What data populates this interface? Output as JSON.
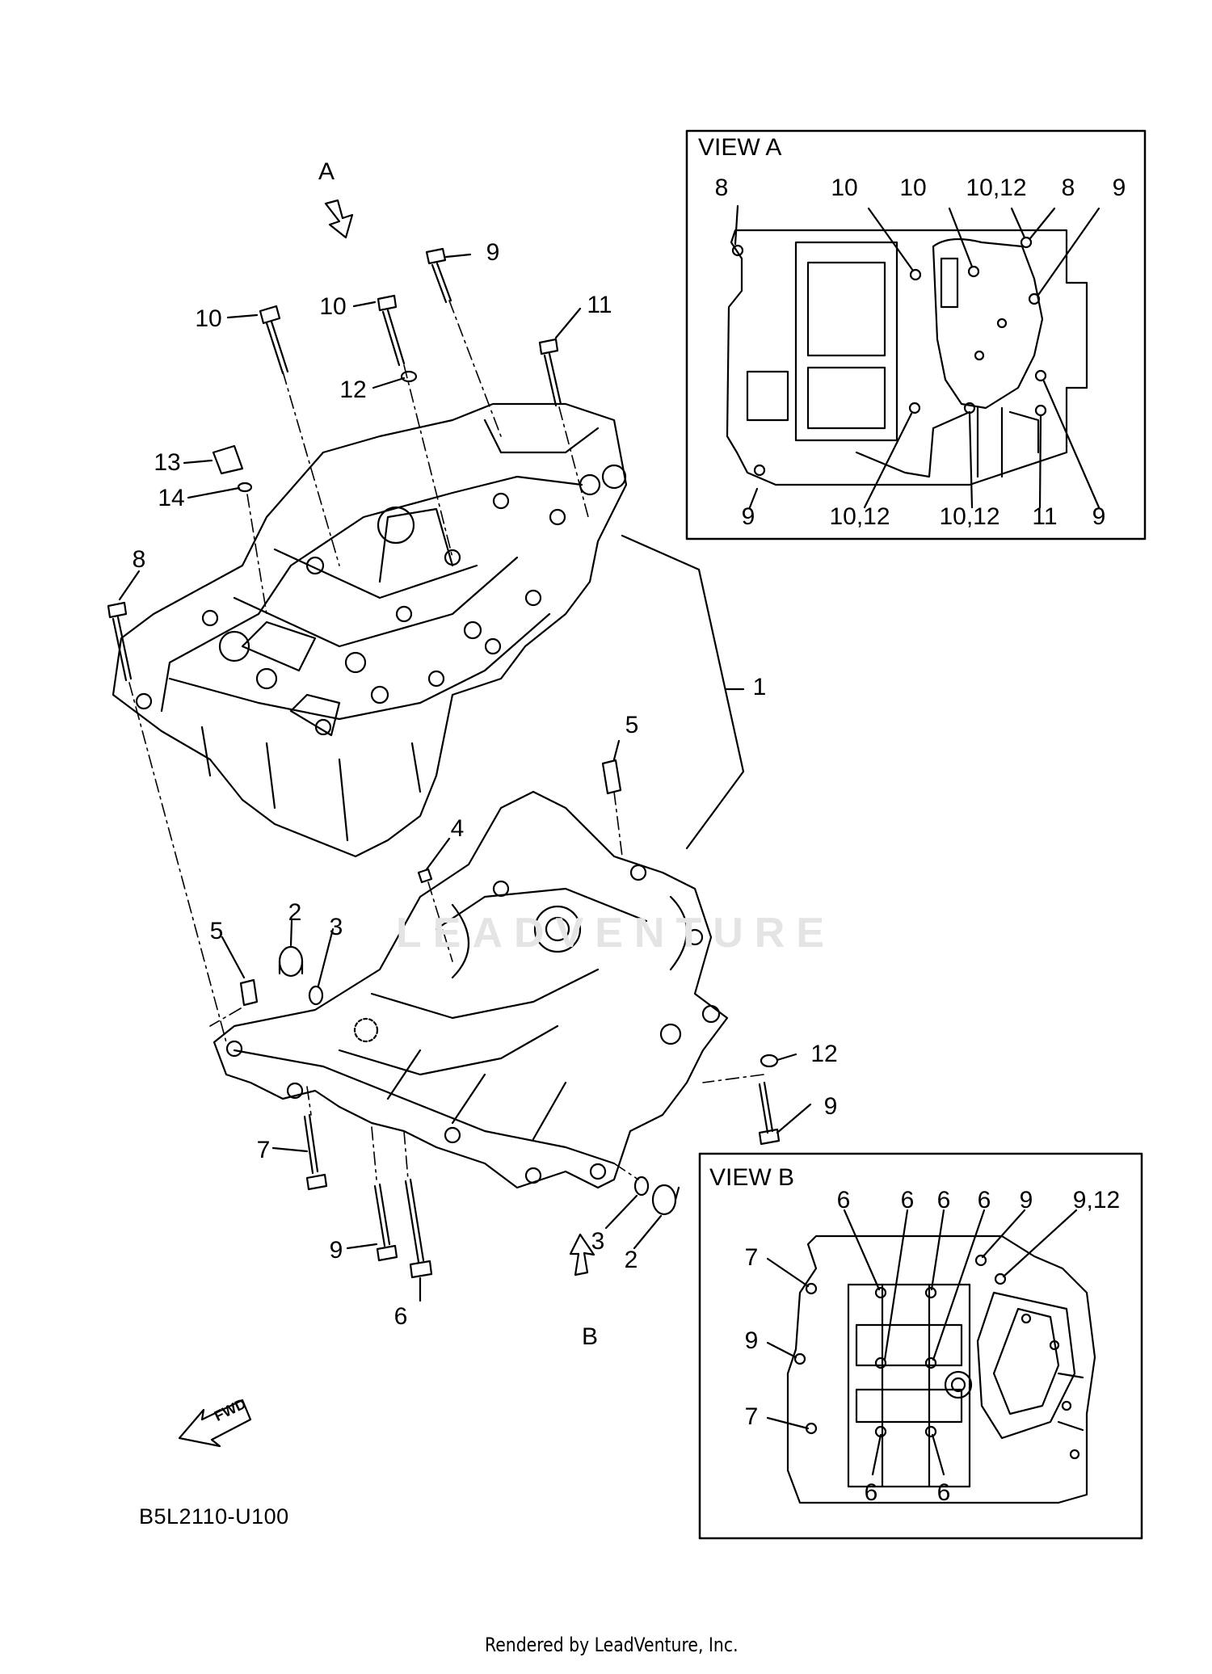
{
  "watermark": "LEADVENTURE",
  "diagram_code": "B5L2110-U100",
  "footer": "Rendered by LeadVenture, Inc.",
  "fwd_label": "FWD",
  "view_arrows": {
    "a": "A",
    "b": "B"
  },
  "main_labels": [
    {
      "id": "lbl-10a",
      "text": "10"
    },
    {
      "id": "lbl-10b",
      "text": "10"
    },
    {
      "id": "lbl-9a",
      "text": "9"
    },
    {
      "id": "lbl-11",
      "text": "11"
    },
    {
      "id": "lbl-12a",
      "text": "12"
    },
    {
      "id": "lbl-13",
      "text": "13"
    },
    {
      "id": "lbl-14",
      "text": "14"
    },
    {
      "id": "lbl-8",
      "text": "8"
    },
    {
      "id": "lbl-1",
      "text": "1"
    },
    {
      "id": "lbl-5a",
      "text": "5"
    },
    {
      "id": "lbl-4",
      "text": "4"
    },
    {
      "id": "lbl-2a",
      "text": "2"
    },
    {
      "id": "lbl-3a",
      "text": "3"
    },
    {
      "id": "lbl-5b",
      "text": "5"
    },
    {
      "id": "lbl-12b",
      "text": "12"
    },
    {
      "id": "lbl-9b",
      "text": "9"
    },
    {
      "id": "lbl-7",
      "text": "7"
    },
    {
      "id": "lbl-9c",
      "text": "9"
    },
    {
      "id": "lbl-3b",
      "text": "3"
    },
    {
      "id": "lbl-2b",
      "text": "2"
    },
    {
      "id": "lbl-6",
      "text": "6"
    }
  ],
  "view_a": {
    "title": "VIEW A",
    "top_labels": [
      "8",
      "10",
      "10",
      "10,12",
      "8",
      "9"
    ],
    "bottom_labels": [
      "9",
      "10,12",
      "10,12",
      "11",
      "9"
    ]
  },
  "view_b": {
    "title": "VIEW B",
    "top_labels": [
      "6",
      "6",
      "6",
      "6",
      "9",
      "9,12"
    ],
    "left_labels": [
      "7",
      "9",
      "7"
    ],
    "bottom_labels": [
      "6",
      "6"
    ]
  }
}
